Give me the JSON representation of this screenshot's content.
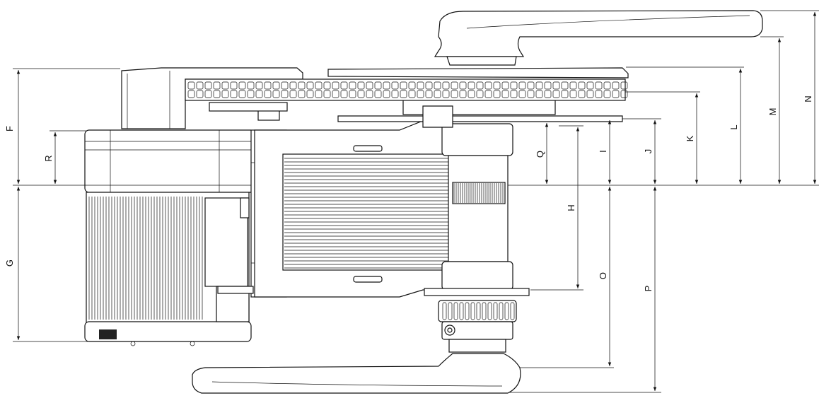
{
  "diagram": {
    "dimension_labels": {
      "F": "F",
      "R": "R",
      "G": "G",
      "Q": "Q",
      "H": "H",
      "I": "I",
      "O": "O",
      "J": "J",
      "P": "P",
      "K": "K",
      "L": "L",
      "M": "M",
      "N": "N"
    },
    "colors": {
      "line": "#111111",
      "background": "#ffffff"
    }
  }
}
